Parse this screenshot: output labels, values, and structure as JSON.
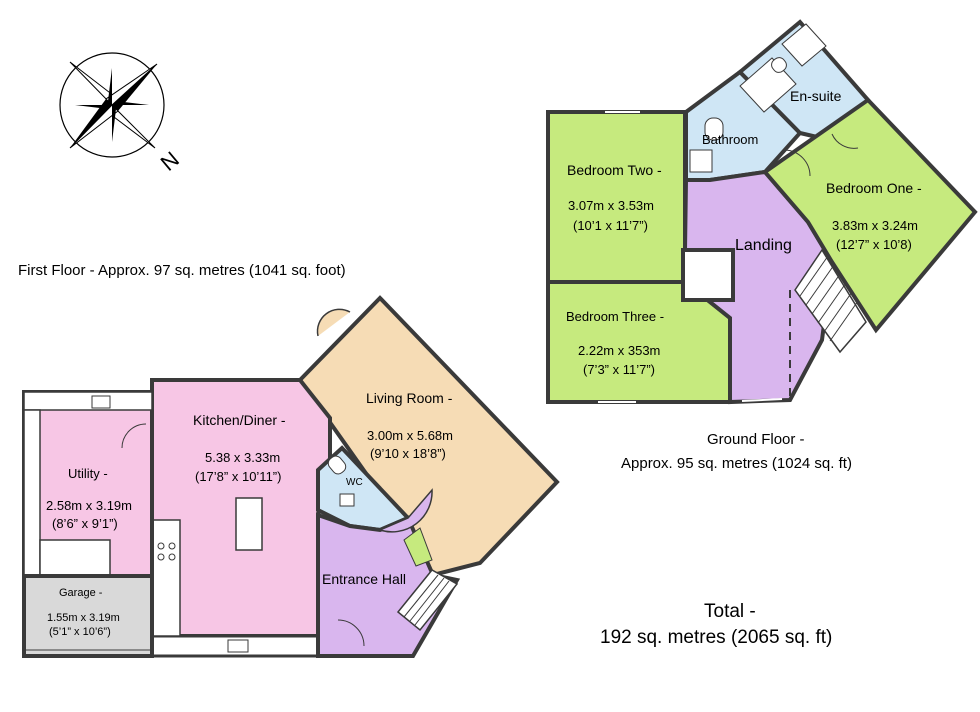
{
  "colors": {
    "bedroom": "#c6ea7e",
    "wet_room": "#cfe6f5",
    "landing": "#d9b6ee",
    "living": "#f6dcb5",
    "kitchen": "#f7c6e5",
    "utility": "#f7c6e5",
    "hall": "#d9b6ee",
    "garage": "#d9d9d9",
    "wall": "#3a3a3a"
  },
  "compass": {
    "north_label": "N"
  },
  "headings": {
    "first_floor": "First Floor - Approx. 97 sq. metres  (1041 sq. foot)",
    "ground_floor_line1": "Ground Floor -",
    "ground_floor_line2": "Approx. 95 sq. metres (1024 sq. ft)",
    "total_line1": "Total -",
    "total_line2": "192 sq. metres (2065 sq. ft)"
  },
  "rooms": {
    "ensuite": {
      "name": "En-suite"
    },
    "bathroom": {
      "name": "Bathroom"
    },
    "bedroom_two": {
      "name": "Bedroom Two -",
      "metric": "3.07m x 3.53m",
      "imperial": "(10’1 x 11’7”)"
    },
    "bedroom_one": {
      "name": "Bedroom One -",
      "metric": "3.83m x 3.24m",
      "imperial": "(12’7” x 10’8)"
    },
    "landing": {
      "name": "Landing"
    },
    "bedroom_three": {
      "name": "Bedroom Three -",
      "metric": "2.22m x 353m",
      "imperial": "(7’3” x 11’7”)"
    },
    "living_room": {
      "name": "Living Room -",
      "metric": "3.00m x 5.68m",
      "imperial": "(9’10 x 18’8”)"
    },
    "kitchen": {
      "name": "Kitchen/Diner -",
      "metric": "5.38 x 3.33m",
      "imperial": "(17’8” x 10’11”)"
    },
    "utility": {
      "name": "Utility -",
      "metric": "2.58m x 3.19m",
      "imperial": "(8’6” x 9’1”)"
    },
    "wc": {
      "name": "WC"
    },
    "entrance_hall": {
      "name": "Entrance Hall"
    },
    "garage": {
      "name": "Garage -",
      "metric": "1.55m x 3.19m",
      "imperial": "(5’1” x 10’6”)"
    }
  }
}
